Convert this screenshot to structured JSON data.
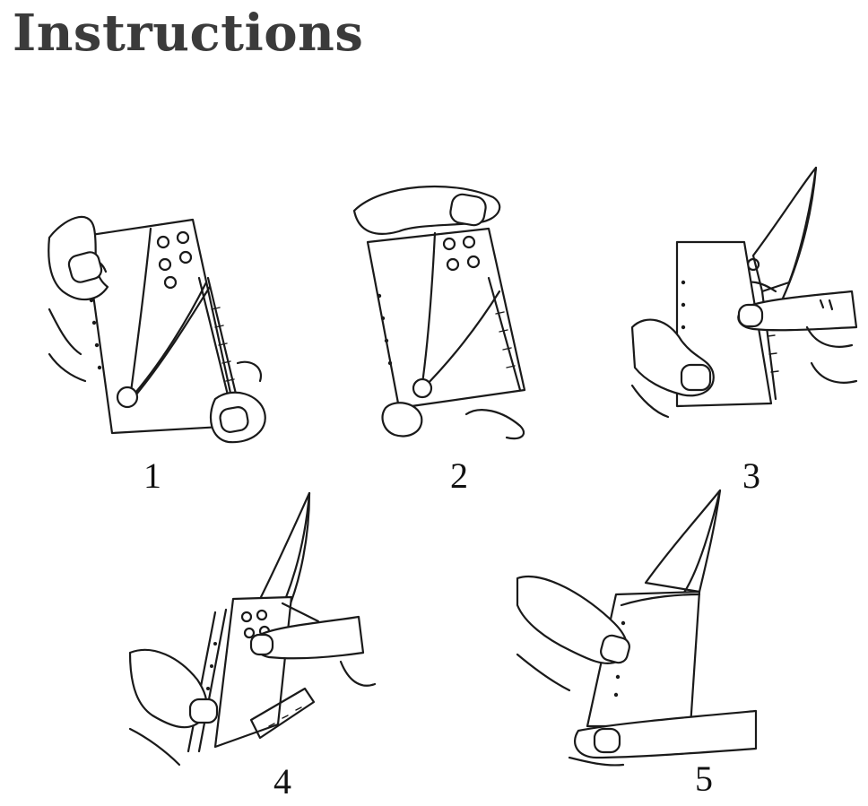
{
  "header": {
    "title": "Instructions"
  },
  "steps": [
    {
      "number": "1"
    },
    {
      "number": "2"
    },
    {
      "number": "3"
    },
    {
      "number": "4"
    },
    {
      "number": "5"
    }
  ],
  "colors": {
    "title": "#3b3b3b",
    "ink": "#1a1a1a",
    "background": "#ffffff"
  },
  "icons": [
    "hand-icon",
    "card-knife-icon",
    "blade-icon"
  ]
}
